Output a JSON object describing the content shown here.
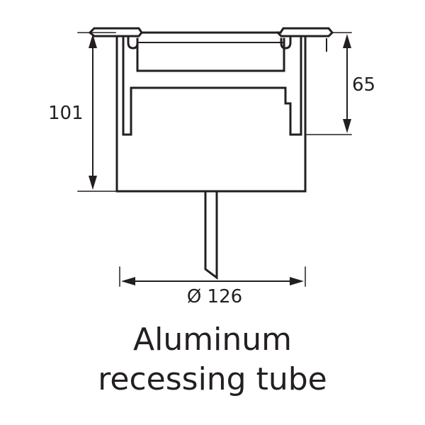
{
  "dimensions": {
    "overall_height": "101",
    "insert_depth": "65",
    "diameter": "Ø 126"
  },
  "caption": {
    "line1": "Aluminum",
    "line2": "recessing tube"
  },
  "colors": {
    "line": "#231f20",
    "background": "#ffffff"
  }
}
